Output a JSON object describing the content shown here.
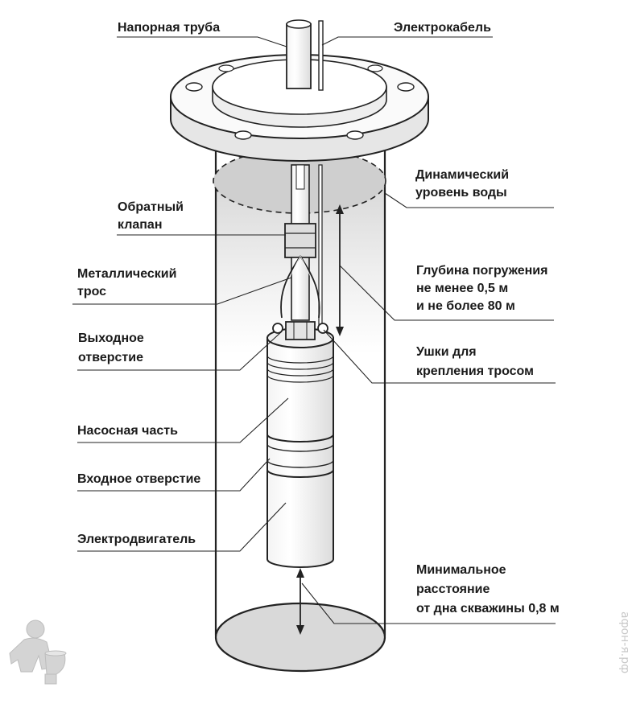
{
  "labels": {
    "pressure_pipe": "Напорная труба",
    "electric_cable": "Электрокабель",
    "dynamic_level": [
      "Динамический",
      "уровень воды"
    ],
    "check_valve": [
      "Обратный",
      "клапан"
    ],
    "depth": [
      "Глубина погружения",
      "не менее 0,5 м",
      "и не более 80 м"
    ],
    "metal_rope": [
      "Металлический",
      "трос"
    ],
    "outlet": [
      "Выходное",
      "отверстие"
    ],
    "eyelets": [
      "Ушки для",
      "крепления тросом"
    ],
    "pump_part": "Насосная часть",
    "inlet": "Входное отверстие",
    "motor": "Электродвигатель",
    "min_distance": [
      "Минимальное",
      "расстояние",
      "от дна скважины 0,8 м"
    ]
  },
  "watermark": "афон-я.рф",
  "icons": {
    "mascot": "plumber-mascot-icon"
  },
  "colors": {
    "line": "#222222",
    "shade": "#d8d8d8",
    "text": "#1a1a1a"
  }
}
